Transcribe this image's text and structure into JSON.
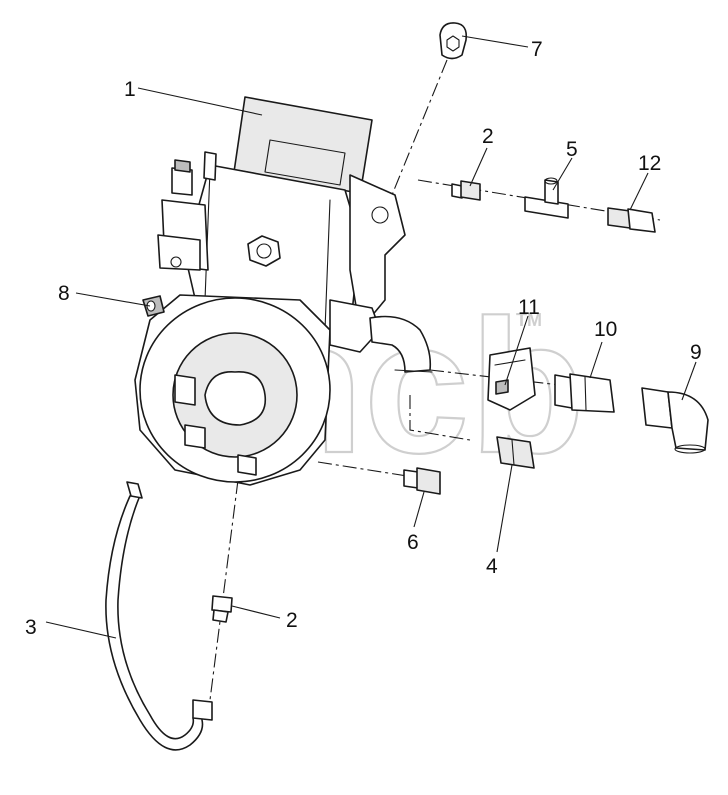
{
  "diagram": {
    "watermark": {
      "text": "ancb",
      "mark": "TM"
    },
    "callouts": [
      {
        "id": "c1",
        "label": "1"
      },
      {
        "id": "c2a",
        "label": "2"
      },
      {
        "id": "c5",
        "label": "5"
      },
      {
        "id": "c12",
        "label": "12"
      },
      {
        "id": "c7",
        "label": "7"
      },
      {
        "id": "c8",
        "label": "8"
      },
      {
        "id": "c11",
        "label": "11"
      },
      {
        "id": "c10",
        "label": "10"
      },
      {
        "id": "c9",
        "label": "9"
      },
      {
        "id": "c6",
        "label": "6"
      },
      {
        "id": "c4",
        "label": "4"
      },
      {
        "id": "c3",
        "label": "3"
      },
      {
        "id": "c2b",
        "label": "2"
      }
    ]
  }
}
